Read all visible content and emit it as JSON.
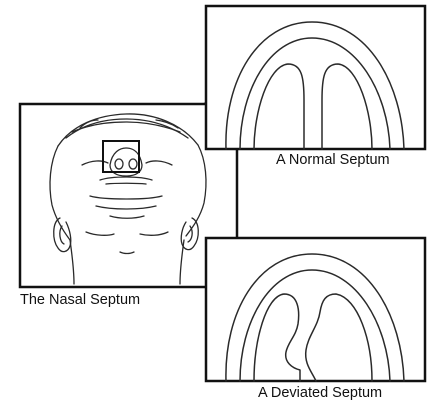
{
  "captions": {
    "nasal_septum": "The Nasal Septum",
    "normal_septum": "A Normal Septum",
    "deviated_septum": "A Deviated Septum"
  },
  "colors": {
    "frame": "#111111",
    "line": "#2a2a2a",
    "background": "#ffffff"
  }
}
